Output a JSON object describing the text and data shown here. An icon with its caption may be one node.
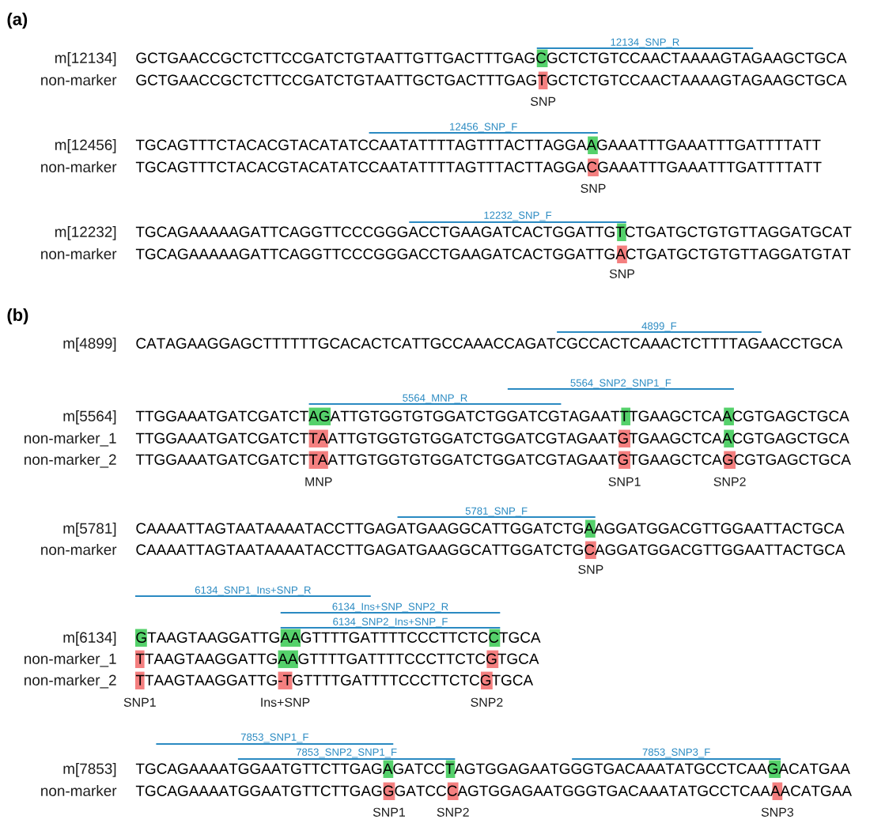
{
  "diagram": {
    "labels": [
      "(a)",
      "12134_SNP_R",
      "m[12134]",
      "GCTGAACCGCTCTTCCGATCTGTAATTGTTGACTTTGAGCGCTCTGTCCAACTAAAAGTAGAAGCTGCA",
      "non-marker",
      "GCTGAACCGCTCTTCCGATCTGTAATTGCTGACTTTGAGTGCTCTGTCCAACTAAAAGTAGAAGCTGCA",
      "SNP",
      "12456_SNP_F",
      "m[12456]",
      "TGCAGTTTCTACACGTACATATCCAATATTTTAGTTTACTTAGGAAGAAATTTGAAATTTGATTTTATT",
      "non-marker",
      "TGCAGTTTCTACACGTACATATCCAATATTTTAGTTTACTTAGGACGAAATTTGAAATTTGATTTTATT",
      "SNP",
      "12232_SNP_F",
      "m[12232]",
      "TGCAGAAAAAGATTCAGGTTCCCGGGACCTGAAGATCACTGGATTGTCTGATGCTGTGTTAGGATGCAT",
      "non-marker",
      "TGCAGAAAAAGATTCAGGTTCCCGGGACCTGAAGATCACTGGATTGACTGATGCTGTGTTAGGATGTAT",
      "SNP",
      "(b)",
      "4899_F",
      "m[4899]",
      "CATAGAAGGAGCTTTTTTGCACACTCATTGCCAAACCAGATCGCCACTCAAACTCTTTTAGAACCTGCA",
      "5564_SNP2_SNP1_F",
      "5564_MNP_R",
      "m[5564]",
      "TTGGAAATGATCGATCTAGATTGTGGTGTGGATCTGGATCGTAGAATTTGAAGCTCAACGTGAGCTGCA",
      "non-marker_1",
      "TTGGAAATGATCGATCTTAATTGTGGTGTGGATCTGGATCGTAGAATGTGAAGCTCAACGTGAGCTGCA",
      "non-marker_2",
      "TTGGAAATGATCGATCTTAATTGTGGTGTGGATCTGGATCGTAGAATGTGAAGCTCAGCGTGAGCTGCA",
      "MNP",
      "SNP1",
      "SNP2",
      "5781_SNP_F",
      "m[5781]",
      "CAAAATTAGTAATAAAATACCTTGAGATGAAGGCATTGGATCTGAAGGATGGACGTTGGAATTACTGCA",
      "non-marker",
      "CAAAATTAGTAATAAAATACCTTGAGATGAAGGCATTGGATCTGCAGGATGGACGTTGGAATTACTGCA",
      "SNP",
      "6134_SNP1_Ins+SNP_R",
      "6134_Ins+SNP_SNP2_R",
      "6134_SNP2_Ins+SNP_F",
      "m[6134]",
      "GTAAGTAAGGATTGAAGTTTTGATTTTCCCTTCTCCTGCA",
      "non-marker_1",
      "TTAAGTAAGGATTGAAGTTTTGATTTTCCCTTCTCGTGCA",
      "non-marker_2",
      "TTAAGTAAGGATTG-TGTTTTGATTTTCCCTTCTCGTGCA",
      "SNP1",
      "Ins+SNP",
      "SNP2",
      "7853_SNP1_F",
      "7853_SNP2_SNP1_F",
      "7853_SNP3_F",
      "m[7853]",
      "TGCAGAAAATGGAATGTTCTTGAGAGATCCTAGTGGAGAATGGGTGACAAATATGCCTCAAGACATGAA",
      "non-marker",
      "TGCAGAAAATGGAATGTTCTTGAGGGATCCCAGTGGAGAATGGGTGACAAATATGCCTCAAAACATGAA",
      "SNP1",
      "SNP2",
      "SNP3"
    ]
  }
}
